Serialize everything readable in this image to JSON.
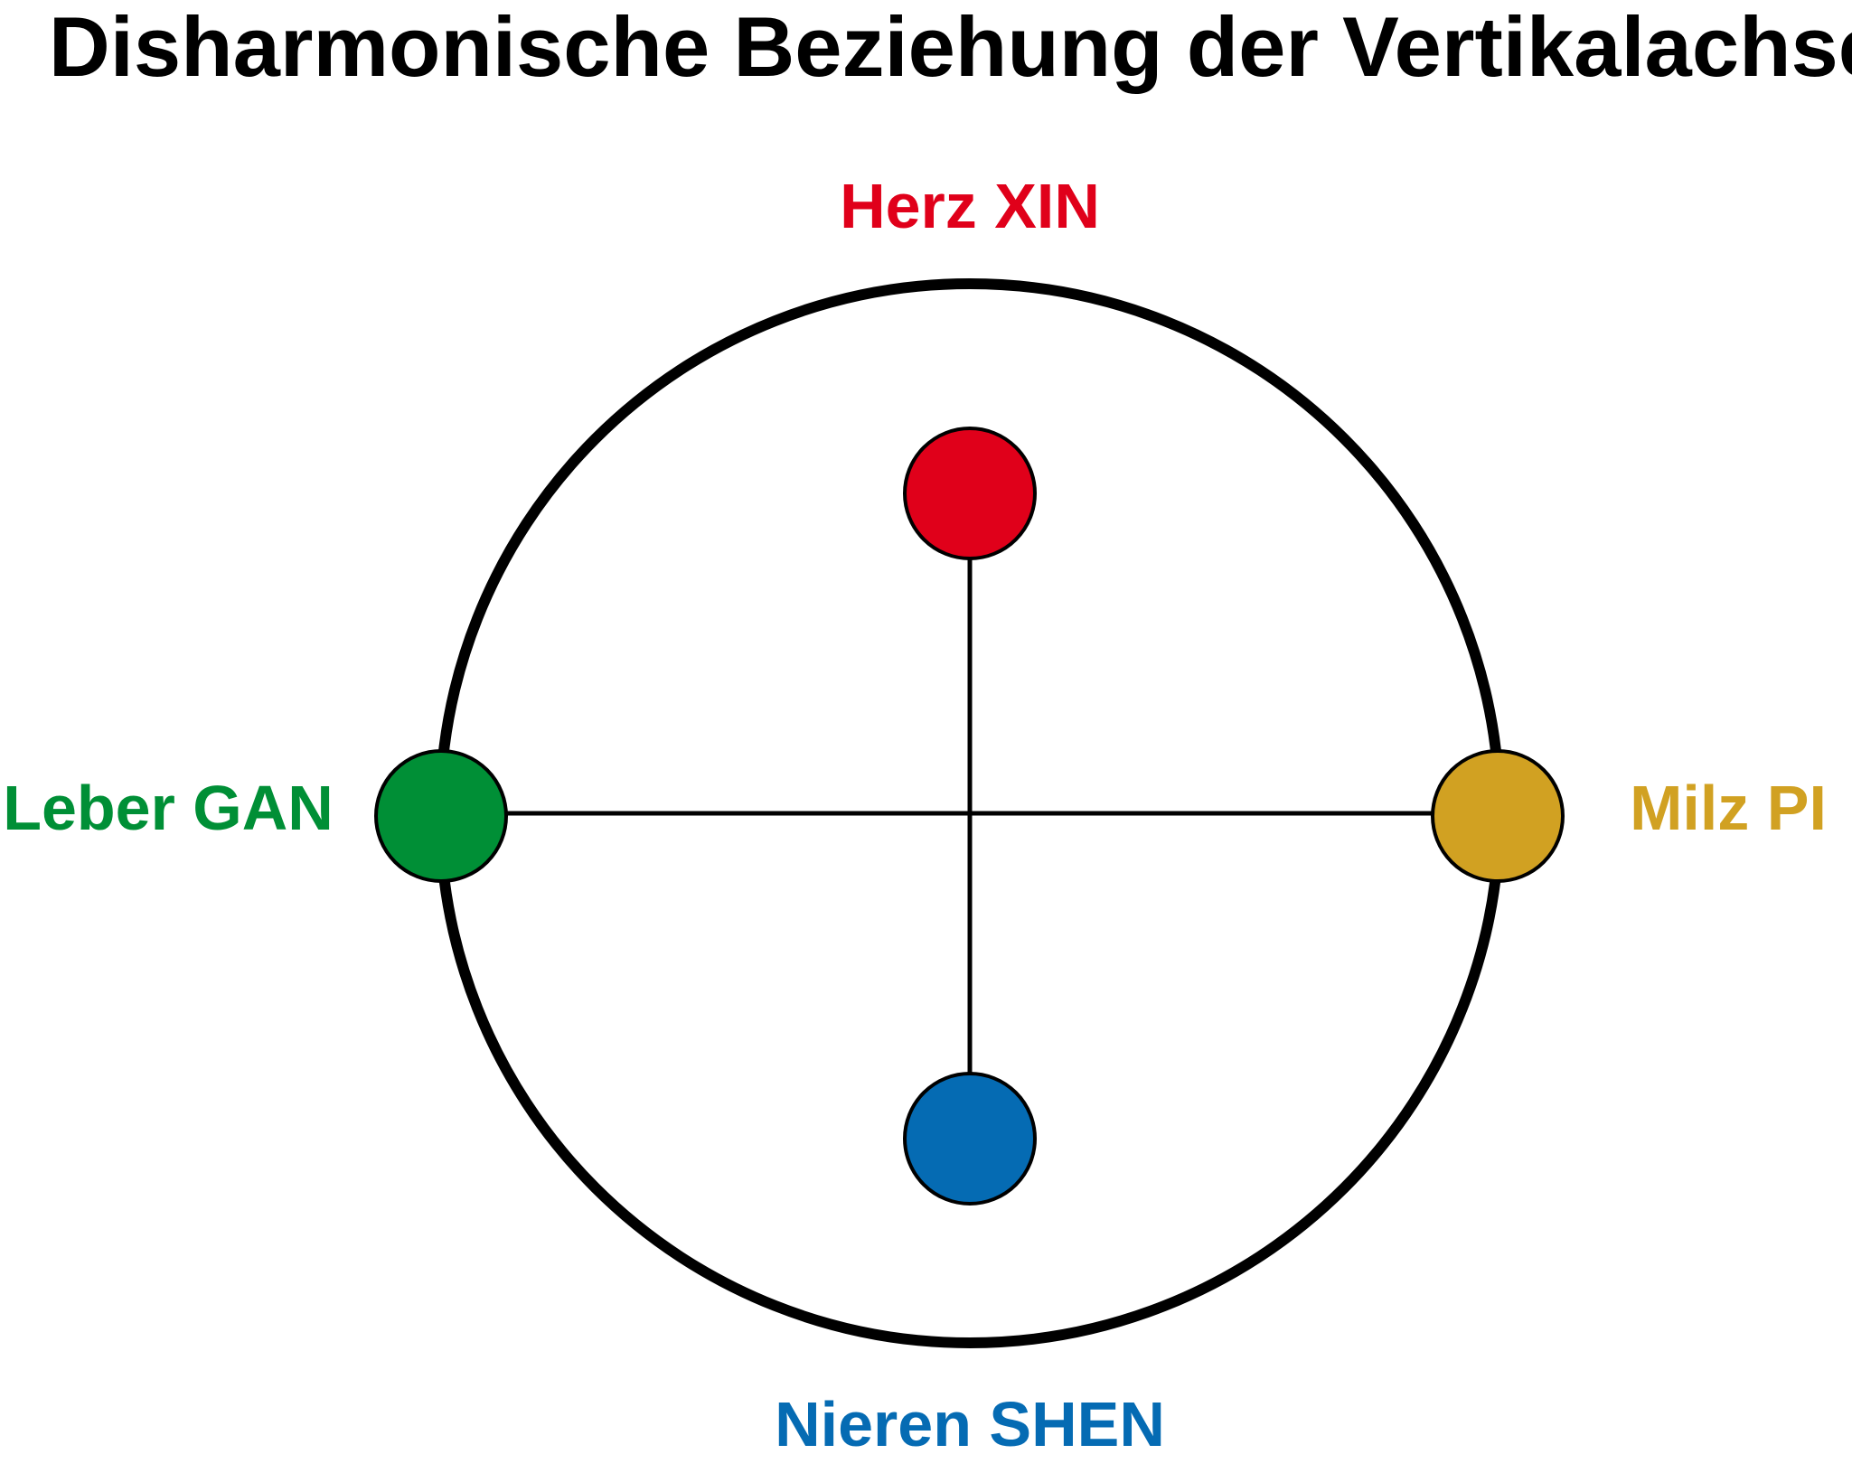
{
  "title": "Disharmonische Beziehung der Vertikalachse",
  "nodes": {
    "herz": {
      "label": "Herz XIN",
      "color": "#e0001a"
    },
    "leber": {
      "label": "Leber GAN",
      "color": "#008f36"
    },
    "milz": {
      "label": "Milz PI",
      "color": "#d1a122"
    },
    "nieren": {
      "label": "Nieren SHEN",
      "color": "#056bb3"
    }
  },
  "colors": {
    "ring": "#000000",
    "connector": "#000000"
  }
}
